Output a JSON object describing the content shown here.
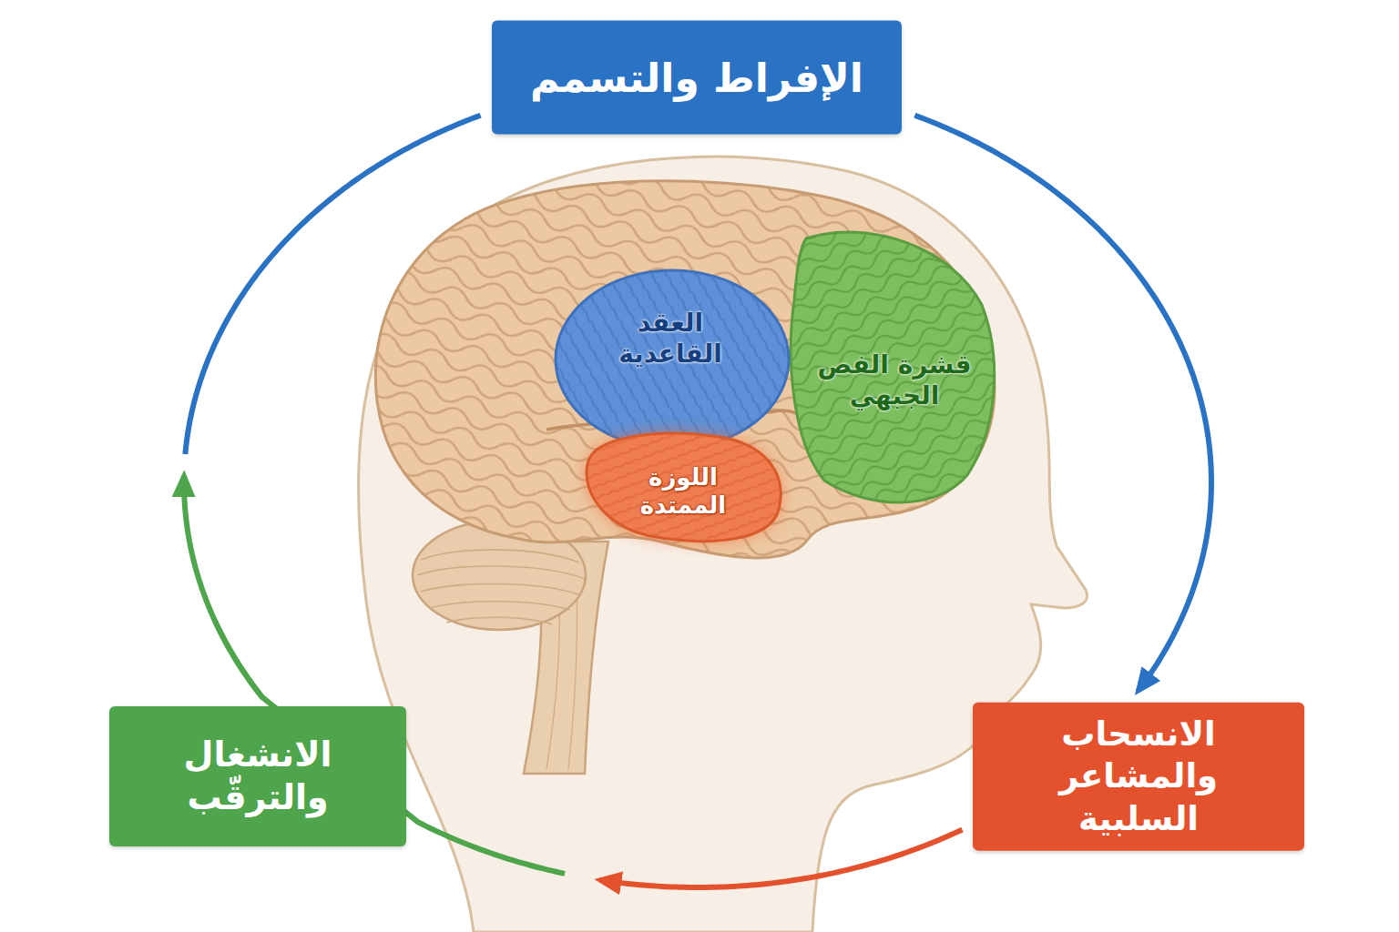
{
  "diagram": {
    "nodes": [
      {
        "text": [
          "الإفراط والتسمم"
        ]
      },
      {
        "text": [
          "الانسحاب والمشاعر السلبية"
        ]
      },
      {
        "text": [
          "الانشغال والترقّب"
        ]
      }
    ],
    "edges": [
      {
        "from": 0,
        "to": 1,
        "arrow": "to"
      },
      {
        "from": 1,
        "to": 2,
        "arrow": "to"
      },
      {
        "from": 2,
        "to": 0,
        "arrow": "to"
      }
    ],
    "labels": [
      "العقد القاعدية",
      "قشرة الفص الجبهي",
      "اللوزة الممتدة"
    ]
  }
}
